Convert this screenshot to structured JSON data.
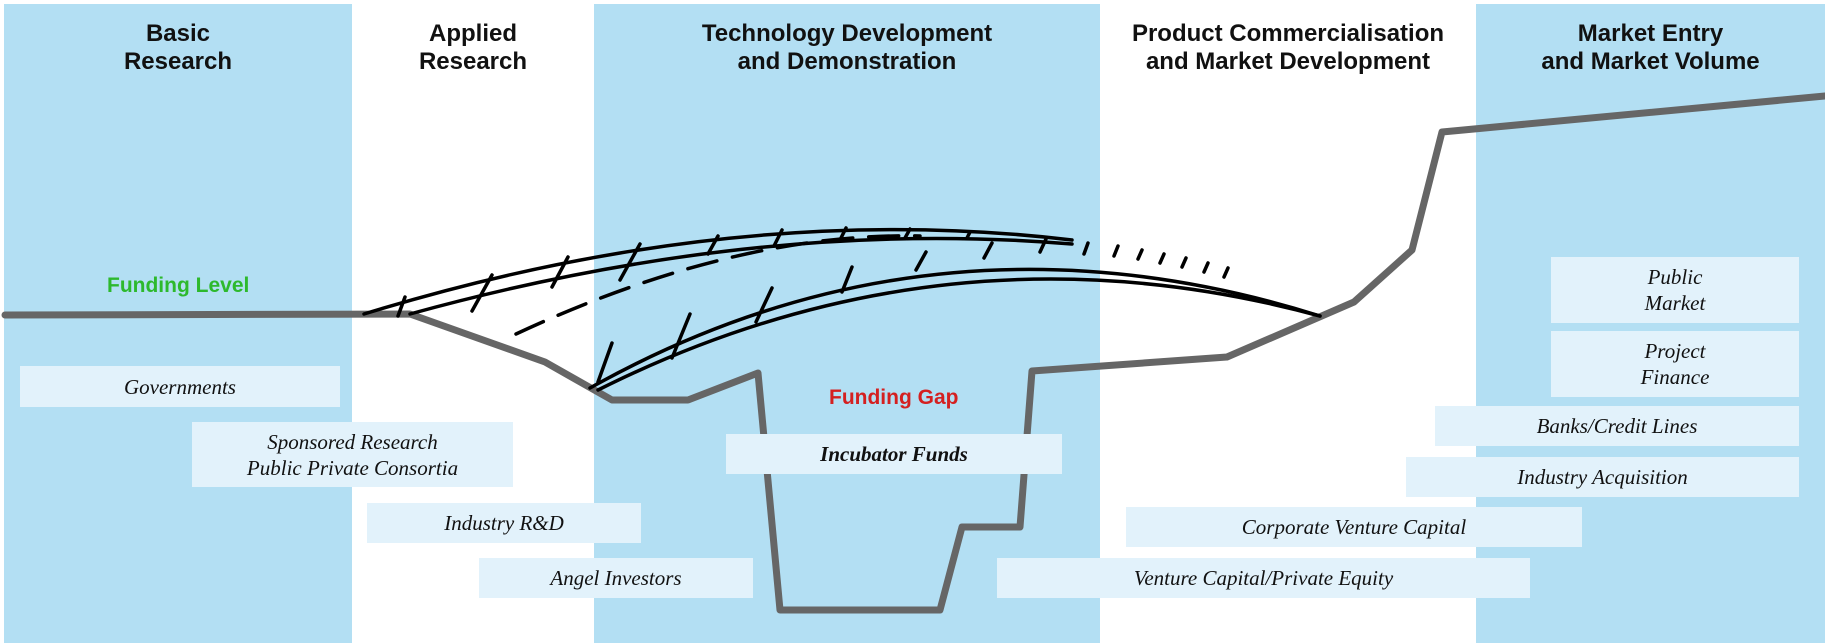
{
  "stages": [
    {
      "line1": "Basic",
      "line2": "Research"
    },
    {
      "line1": "Applied",
      "line2": "Research"
    },
    {
      "line1": "Technology Development",
      "line2": "and Demonstration"
    },
    {
      "line1": "Product Commercialisation",
      "line2": "and Market Development"
    },
    {
      "line1": "Market Entry",
      "line2": "and Market Volume"
    }
  ],
  "labels": {
    "funding_level": "Funding Level",
    "funding_gap": "Funding Gap"
  },
  "sources": {
    "governments": {
      "line1": "Governments"
    },
    "sponsored_research": {
      "line1": "Sponsored Research",
      "line2": "Public Private Consortia"
    },
    "industry_rd": {
      "line1": "Industry R&D"
    },
    "angel_investors": {
      "line1": "Angel Investors"
    },
    "incubator_funds": {
      "line1": "Incubator Funds"
    },
    "corporate_venture_capital": {
      "line1": "Corporate Venture Capital"
    },
    "venture_capital_private_equity": {
      "line1": "Venture Capital/Private Equity"
    },
    "industry_acquisition": {
      "line1": "Industry Acquisition"
    },
    "banks_credit_lines": {
      "line1": "Banks/Credit Lines"
    },
    "project_finance": {
      "line1": "Project",
      "line2": "Finance"
    },
    "public_market": {
      "line1": "Public",
      "line2": "Market"
    }
  },
  "colors": {
    "stage_band": "#b3dff3",
    "source_box": "#e2f2fb",
    "funding_line": "#666666",
    "funding_level_text": "#2db92d",
    "funding_gap_text": "#d42020"
  }
}
